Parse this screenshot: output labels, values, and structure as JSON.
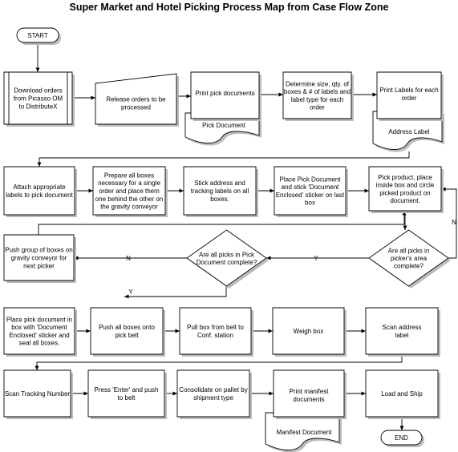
{
  "title": "Super Market and Hotel Picking Process Map from Case Flow Zone",
  "colors": {
    "shape_fill": "#ffffff",
    "stroke": "#000000",
    "shadow": "#bcbcbc"
  },
  "nodes": {
    "start": {
      "label": "START"
    },
    "download_orders": {
      "label": "Download orders\nfrom Picasso OM\nto DistributeX"
    },
    "release_orders": {
      "label": "Release orders to be\nprocessed"
    },
    "print_pick_documents": {
      "label": "Print pick documents"
    },
    "pick_document_doc": {
      "label": "Pick Document"
    },
    "determine_size": {
      "label": "Determine size, qty. of\nboxes & # of labels and\nlabel type for each\norder"
    },
    "print_labels": {
      "label": "Print Labels for each\norder"
    },
    "address_label_doc": {
      "label": "Address Label"
    },
    "attach_labels": {
      "label": "Attach appropriate\nlabels to pick document"
    },
    "prepare_boxes": {
      "label": "Prepare all boxes\nnecessary for a single\norder and place them\none behind the other on\nthe gravity conveyor"
    },
    "stick_labels": {
      "label": "Stick address and\ntracking labels on all\nboxes."
    },
    "place_pick_document": {
      "label": "Place Pick Document\nand stick 'Document\nEnclosed' sticker on last\nbox"
    },
    "pick_product": {
      "label": "Pick product, place\ninside box and circle\npicked product on\ndocument."
    },
    "all_picks_area": {
      "label": "Are all picks in\npicker's area\ncomplete?"
    },
    "all_picks_document": {
      "label": "Are all picks in Pick\nDocument complete?"
    },
    "push_group": {
      "label": "Push group of boxes on\ngravity conveyor for\nnext picker"
    },
    "place_in_box": {
      "label": "Place pick document in\nbox with 'Document\nEnclosed' sticker and\nseal all boxes."
    },
    "push_onto_belt": {
      "label": "Push all boxes onto\npick belt"
    },
    "pull_box": {
      "label": "Pull box from belt to\nConf. station"
    },
    "weigh_box": {
      "label": "Weigh box"
    },
    "scan_address": {
      "label": "Scan address\nlabel"
    },
    "scan_tracking": {
      "label": "Scan Tracking Number"
    },
    "press_enter": {
      "label": "Press 'Enter' and push\nto belt"
    },
    "consolidate": {
      "label": "Consolidate on pallet by\nshipment type"
    },
    "print_manifest": {
      "label": "Print manifest\ndocuments"
    },
    "manifest_doc": {
      "label": "Manifest Document"
    },
    "load_ship": {
      "label": "Load and Ship"
    },
    "end": {
      "label": "END"
    }
  },
  "edge_labels": {
    "area_no": "N",
    "area_yes": "Y",
    "document_no": "N",
    "document_yes": "Y"
  }
}
